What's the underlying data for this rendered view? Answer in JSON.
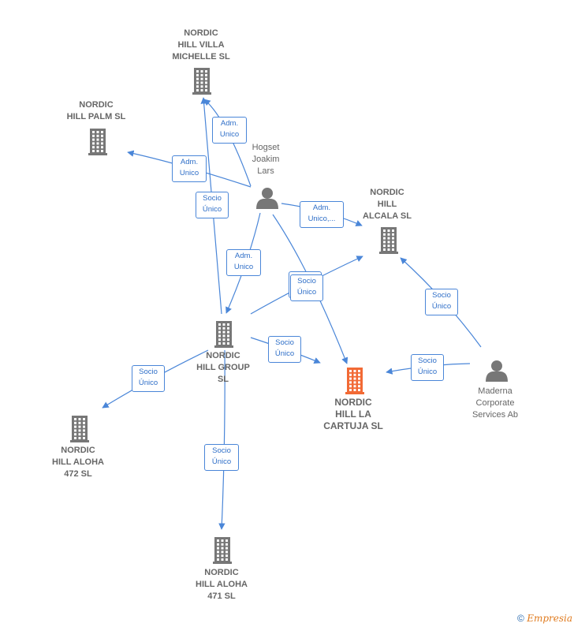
{
  "nodes": {
    "villa_michelle": {
      "label": "NORDIC\nHILL VILLA\nMICHELLE  SL",
      "kind": "company",
      "icon": "building-icon"
    },
    "palm": {
      "label": "NORDIC\nHILL PALM  SL",
      "kind": "company",
      "icon": "building-icon"
    },
    "hogset": {
      "label": "Hogset\nJoakim\nLars",
      "kind": "person",
      "icon": "person-icon"
    },
    "alcala": {
      "label": "NORDIC\nHILL\nALCALA  SL",
      "kind": "company",
      "icon": "building-icon"
    },
    "group": {
      "label": "NORDIC\nHILL GROUP\nSL",
      "kind": "company",
      "icon": "building-icon"
    },
    "cartuja": {
      "label": "NORDIC\nHILL LA\nCARTUJA  SL",
      "kind": "focus-company",
      "icon": "building-icon"
    },
    "maderna": {
      "label": "Maderna\nCorporate\nServices Ab",
      "kind": "person",
      "icon": "person-icon"
    },
    "aloha472": {
      "label": "NORDIC\nHILL ALOHA\n472  SL",
      "kind": "company",
      "icon": "building-icon"
    },
    "aloha471": {
      "label": "NORDIC\nHILL ALOHA\n471  SL",
      "kind": "company",
      "icon": "building-icon"
    }
  },
  "edges": [
    {
      "from": "hogset",
      "to": "villa_michelle",
      "label": "Adm.\nUnico"
    },
    {
      "from": "hogset",
      "to": "palm",
      "label": "Adm.\nUnico"
    },
    {
      "from": "group",
      "to": "villa_michelle",
      "label": "Socio\nÚnico"
    },
    {
      "from": "hogset",
      "to": "alcala",
      "label": "Adm.\nUnico,..."
    },
    {
      "from": "hogset",
      "to": "group",
      "label": "Adm.\nUnico"
    },
    {
      "from": "hogset",
      "to": "cartuja",
      "label": "Socio\nÚnico"
    },
    {
      "from": "group",
      "to": "alcala",
      "label": "Socio\nÚnico"
    },
    {
      "from": "maderna",
      "to": "alcala",
      "label": "Socio\nÚnico"
    },
    {
      "from": "group",
      "to": "cartuja",
      "label": "Socio\nÚnico"
    },
    {
      "from": "maderna",
      "to": "cartuja",
      "label": "Socio\nÚnico"
    },
    {
      "from": "group",
      "to": "aloha472",
      "label": "Socio\nÚnico"
    },
    {
      "from": "group",
      "to": "aloha471",
      "label": "Socio\nÚnico"
    }
  ],
  "colors": {
    "edge": "#4a86d8",
    "node": "#777777",
    "focus": "#f26a35"
  },
  "footer": {
    "copyright": "©",
    "brand": "Empresia"
  }
}
